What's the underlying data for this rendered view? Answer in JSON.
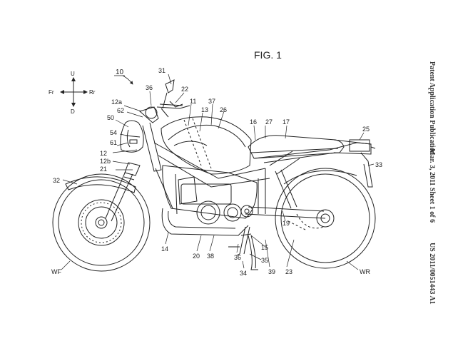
{
  "figure": {
    "title": "FIG. 1",
    "ref_main": "10"
  },
  "header": {
    "publication": "Patent Application Publication",
    "date_sheet": "Mar. 3, 2011   Sheet 1 of 6",
    "number": "US 2011/0051443 A1"
  },
  "compass": {
    "up": "U",
    "down": "D",
    "front": "Fr",
    "rear": "Rr"
  },
  "labels": {
    "l31": "31",
    "l36": "36",
    "l22": "22",
    "l12a": "12a",
    "l62": "62",
    "l11": "11",
    "l13": "13",
    "l37": "37",
    "l26": "26",
    "l50": "50",
    "l61": "61",
    "l54": "54",
    "l16": "16",
    "l27": "27",
    "l17": "17",
    "l25": "25",
    "l12": "12",
    "l12b": "12b",
    "l21": "21",
    "l33": "33",
    "l32": "32",
    "l14": "14",
    "l15": "15",
    "l20": "20",
    "l38": "38",
    "l36b": "36",
    "l35": "35",
    "l34": "34",
    "l39": "39",
    "l19": "19",
    "l23": "23",
    "lWF": "WF",
    "lWR": "WR"
  },
  "colors": {
    "ink": "#222222",
    "paper": "#ffffff"
  }
}
